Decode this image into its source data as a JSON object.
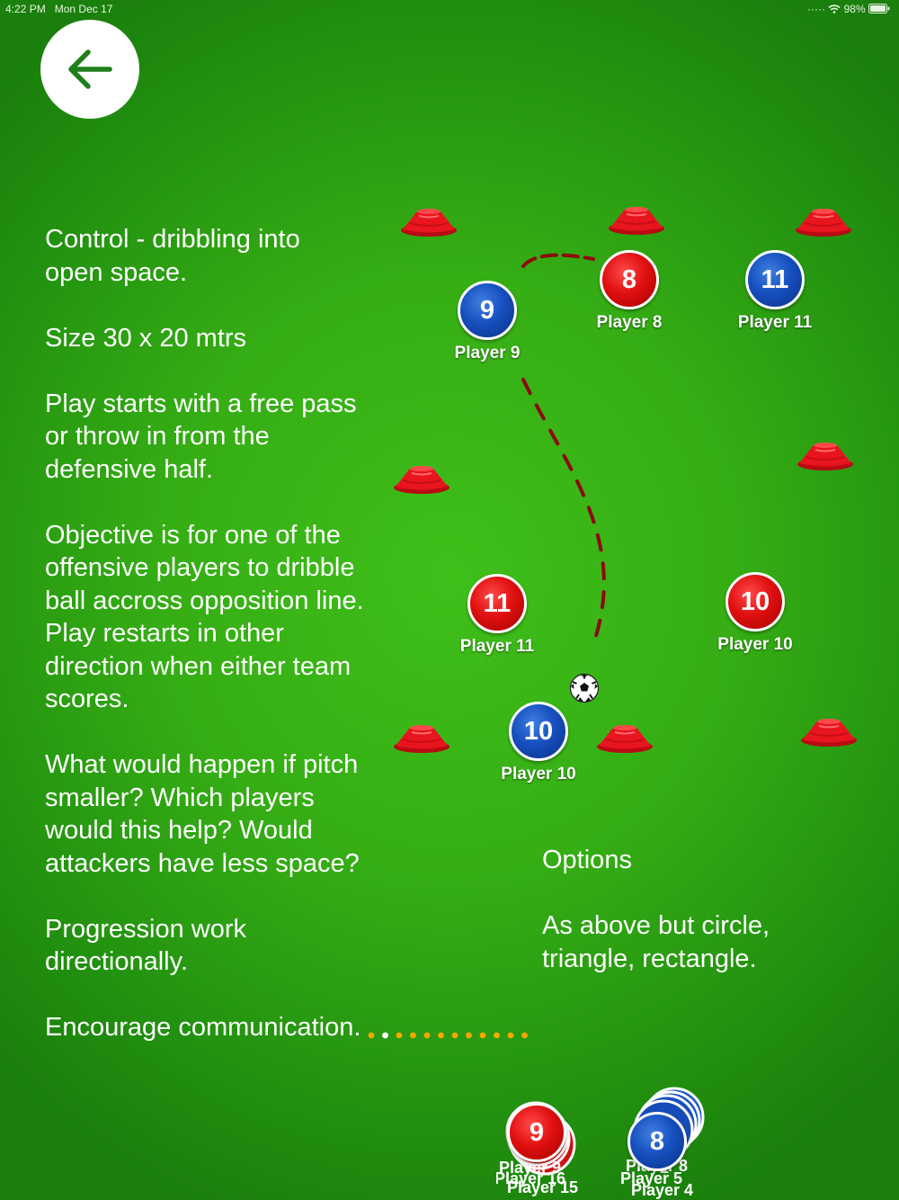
{
  "status": {
    "time": "4:22 PM",
    "date": "Mon Dec 17",
    "battery": "98%"
  },
  "back_button": {
    "icon": "arrow-left-icon"
  },
  "notes": [
    "Control - dribbling into\nopen space.",
    "Size 30 x 20 mtrs",
    "Play starts with a free pass\nor throw in from the\ndefensive half.",
    "Objective is for one of the\noffensive players to dribble\nball accross opposition line.\nPlay restarts in other\ndirection when either team\nscores.",
    "What would happen if pitch\nsmaller? Which players\nwould this help? Would\nattackers have less space?",
    "Progression work\ndirectionally.",
    "Encourage communication."
  ],
  "options": {
    "title": "Options",
    "text": "As above but circle,\ntriangle, rectangle."
  },
  "players": [
    {
      "number": "8",
      "label": "Player 8",
      "team": "red"
    },
    {
      "number": "11",
      "label": "Player 11",
      "team": "blue"
    },
    {
      "number": "9",
      "label": "Player 9",
      "team": "blue"
    },
    {
      "number": "11",
      "label": "Player 11",
      "team": "red"
    },
    {
      "number": "10",
      "label": "Player 10",
      "team": "red"
    },
    {
      "number": "10",
      "label": "Player 10",
      "team": "blue"
    }
  ],
  "stacks": {
    "red": {
      "number": "9"
    },
    "blue": {
      "number": "8"
    }
  },
  "colors": {
    "pitch": "#35ad14",
    "red_team": "#e01010",
    "blue_team": "#1650bf",
    "cone": "#e8141e",
    "run_path": "#8b0a0a",
    "page_dots": "#f5a800",
    "back_arrow": "#1f7f1a"
  },
  "pager": {
    "total": 12,
    "current": 2
  }
}
